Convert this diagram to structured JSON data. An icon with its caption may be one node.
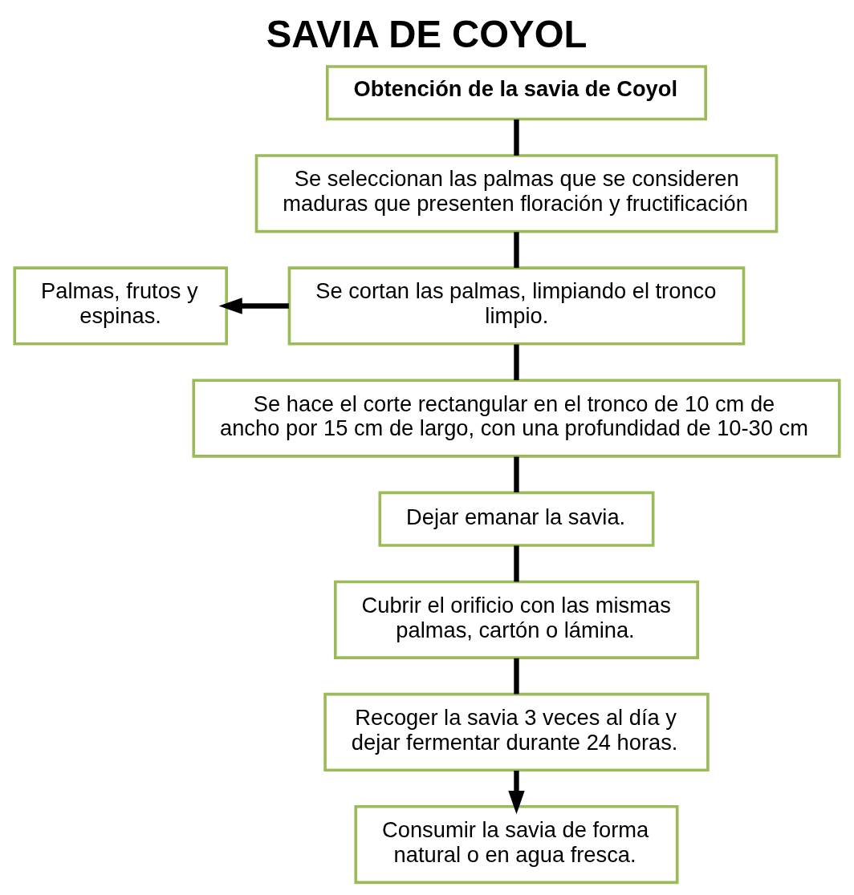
{
  "diagram": {
    "title": "SAVIA DE COYOL",
    "nodes": [
      {
        "text": [
          "Obtención de la savia de Coyol"
        ]
      },
      {
        "text": [
          "Se seleccionan las palmas que se consideren maduras que presenten floración y fructificación"
        ]
      },
      {
        "text": [
          "Palmas, frutos y espinas."
        ]
      },
      {
        "text": [
          "Se cortan las palmas, limpiando el tronco limpio."
        ]
      },
      {
        "text": [
          "Se hace el corte rectangular en el tronco de 10 cm de ancho por 15 cm de largo, con una profundidad de 10-30 cm"
        ]
      },
      {
        "text": [
          "Dejar emanar la savia."
        ]
      },
      {
        "text": [
          "Cubrir el orificio con las mismas palmas, cartón o lámina."
        ]
      },
      {
        "text": [
          "Recoger la savia 3 veces al día y dejar fermentar durante 24 horas."
        ]
      },
      {
        "text": [
          "Consumir la savia de forma natural o en agua fresca."
        ]
      }
    ],
    "edges": [
      {
        "from": 0,
        "to": 1,
        "arrow": "none"
      },
      {
        "from": 1,
        "to": 3,
        "arrow": "none"
      },
      {
        "from": 3,
        "to": 2,
        "arrow": "to"
      },
      {
        "from": 3,
        "to": 4,
        "arrow": "none"
      },
      {
        "from": 4,
        "to": 5,
        "arrow": "none"
      },
      {
        "from": 5,
        "to": 6,
        "arrow": "none"
      },
      {
        "from": 6,
        "to": 7,
        "arrow": "none"
      },
      {
        "from": 7,
        "to": 8,
        "arrow": "to"
      }
    ]
  }
}
